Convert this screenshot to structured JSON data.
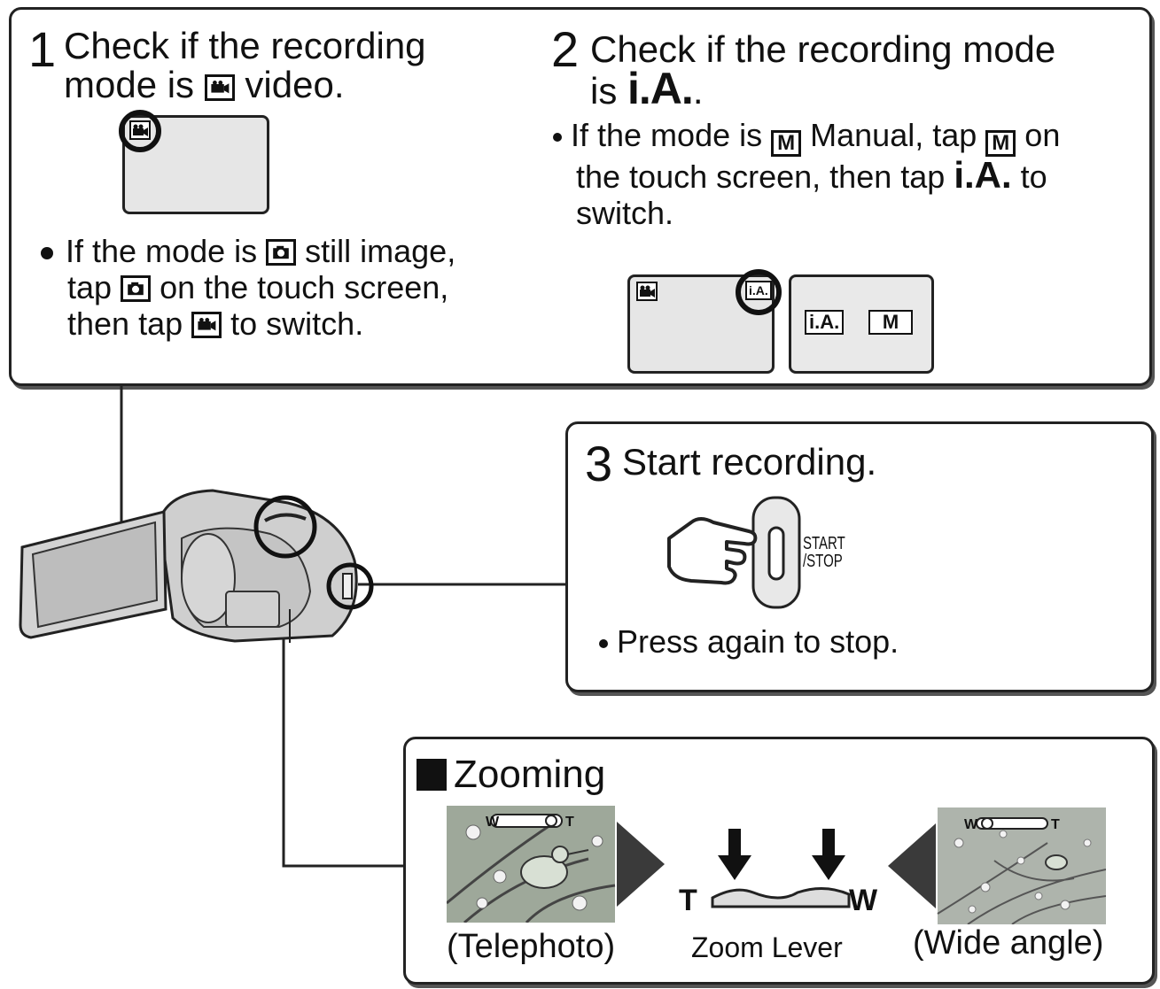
{
  "step1": {
    "number": "1",
    "line1": "Check if the recording",
    "line2_pre": "mode is",
    "line2_post": "video.",
    "note_l1_pre": "If the mode is",
    "note_l1_post": "still image,",
    "note_l2_pre": "tap",
    "note_l2_post": "on the touch screen,",
    "note_l3_pre": "then tap",
    "note_l3_post": "to switch."
  },
  "step2": {
    "number": "2",
    "line1": "Check if the recording mode",
    "line2_pre": "is",
    "ia_label": "i.A.",
    "line2_post": ".",
    "note_l1_pre": "If the mode is",
    "note_l1_mid": "Manual, tap",
    "note_l1_post": "on",
    "note_l2_pre": "the touch screen, then tap",
    "note_l2_post": "to",
    "note_l3": "switch.",
    "screen_ia": "i.A.",
    "btn_ia": "i.A.",
    "btn_m": "M",
    "m_letter": "M"
  },
  "step3": {
    "number": "3",
    "title": "Start recording.",
    "button_label_1": "START",
    "button_label_2": "/STOP",
    "note": "Press again to stop."
  },
  "zoom": {
    "title": "Zooming",
    "tele_caption": "(Telephoto)",
    "lever_caption": "Zoom Lever",
    "wide_caption": "(Wide angle)",
    "t_label": "T",
    "w_label": "W",
    "tele_bar_w": "W",
    "tele_bar_t": "T",
    "wide_bar_w": "W",
    "wide_bar_t": "T"
  }
}
